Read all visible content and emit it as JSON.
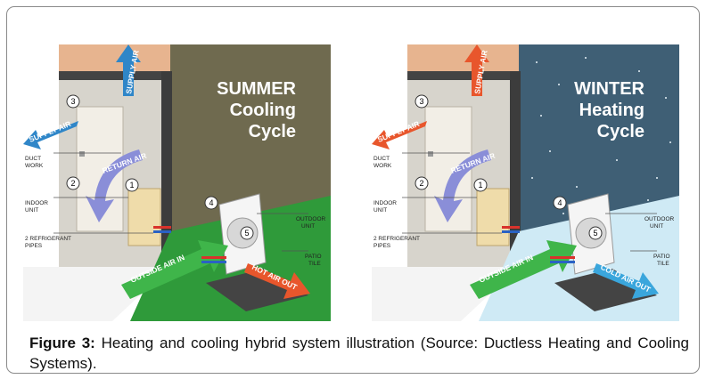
{
  "panels": [
    {
      "id": "summer",
      "title_line1": "SUMMER",
      "title_line2": "Cooling",
      "title_line3": "Cycle",
      "labels": {
        "supply_air_top": "SUPPLY AIR",
        "supply_air_left": "SUPPLY AIR",
        "return_air": "RETURN AIR",
        "duct_work_1": "DUCT",
        "duct_work_2": "WORK",
        "indoor_unit_1": "INDOOR",
        "indoor_unit_2": "UNIT",
        "refrigerant_1": "2 REFRIGERANT",
        "refrigerant_2": "PIPES",
        "outdoor_unit_1": "OUTDOOR",
        "outdoor_unit_2": "UNIT",
        "patio_tile_1": "PATIO",
        "patio_tile_2": "TILE",
        "outside_air_in": "OUTSIDE AIR IN",
        "exhaust_air": "HOT AIR OUT"
      },
      "numbers": [
        "1",
        "2",
        "3",
        "4",
        "5"
      ],
      "colors": {
        "sky": "#6f6a4f",
        "ground": "#2f9a3a",
        "exhaust_arrow": "#e8562c",
        "intake_arrow": "#3fb54a",
        "supply_arrow": "#2f86c8"
      }
    },
    {
      "id": "winter",
      "title_line1": "WINTER",
      "title_line2": "Heating",
      "title_line3": "Cycle",
      "labels": {
        "supply_air_top": "SUPPLY AIR",
        "supply_air_left": "SUPPLY AIR",
        "return_air": "RETURN AIR",
        "duct_work_1": "DUCT",
        "duct_work_2": "WORK",
        "indoor_unit_1": "INDOOR",
        "indoor_unit_2": "UNIT",
        "refrigerant_1": "2 REFRIGERANT",
        "refrigerant_2": "PIPES",
        "outdoor_unit_1": "OUTDOOR",
        "outdoor_unit_2": "UNIT",
        "patio_tile_1": "PATIO",
        "patio_tile_2": "TILE",
        "outside_air_in": "OUTSIDE AIR IN",
        "exhaust_air": "COLD AIR OUT"
      },
      "numbers": [
        "1",
        "2",
        "3",
        "4",
        "5"
      ],
      "colors": {
        "sky": "#3f5f75",
        "ground": "#cfeaf5",
        "exhaust_arrow": "#3aa6dc",
        "intake_arrow": "#3fb54a",
        "supply_arrow": "#e8562c"
      }
    }
  ],
  "caption": {
    "label": "Figure 3:",
    "text": " Heating and cooling hybrid system illustration (Source: Ductless Heating and Cooling Systems)."
  }
}
